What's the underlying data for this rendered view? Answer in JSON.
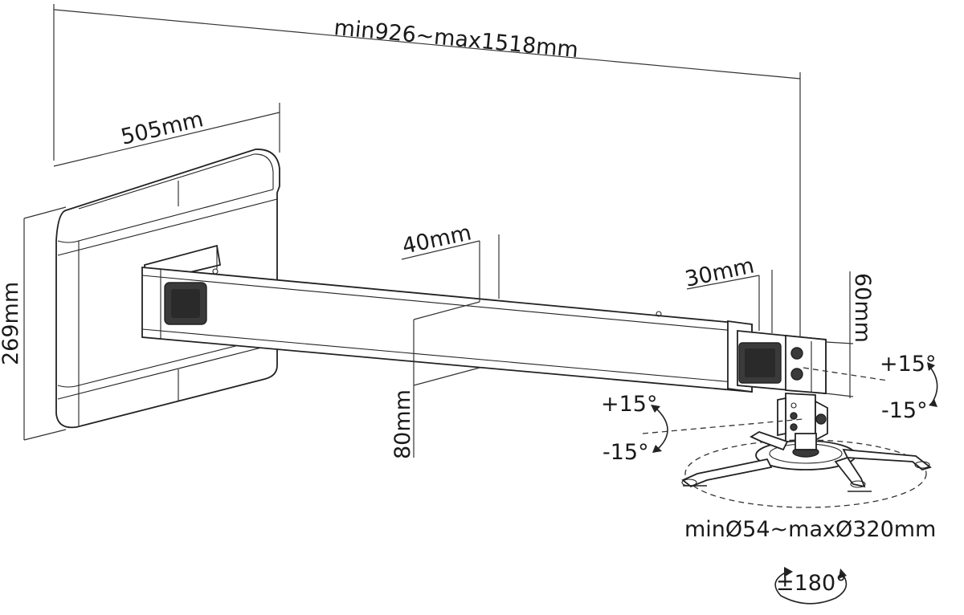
{
  "diagram": {
    "dimensions": {
      "total_length": "min926~max1518mm",
      "plate_width": "505mm",
      "plate_height": "269mm",
      "arm_width": "40mm",
      "arm_height": "80mm",
      "inner_arm_width": "30mm",
      "inner_arm_height": "60mm",
      "mount_range": "minØ54~maxØ320mm"
    },
    "angles": {
      "side_tilt_up": "+15°",
      "side_tilt_down": "-15°",
      "front_tilt_up": "+15°",
      "front_tilt_down": "-15°",
      "rotation": "±180°"
    },
    "colors": {
      "line": "#222222",
      "fill": "#ffffff",
      "dark_part": "#3a3a3a"
    }
  }
}
